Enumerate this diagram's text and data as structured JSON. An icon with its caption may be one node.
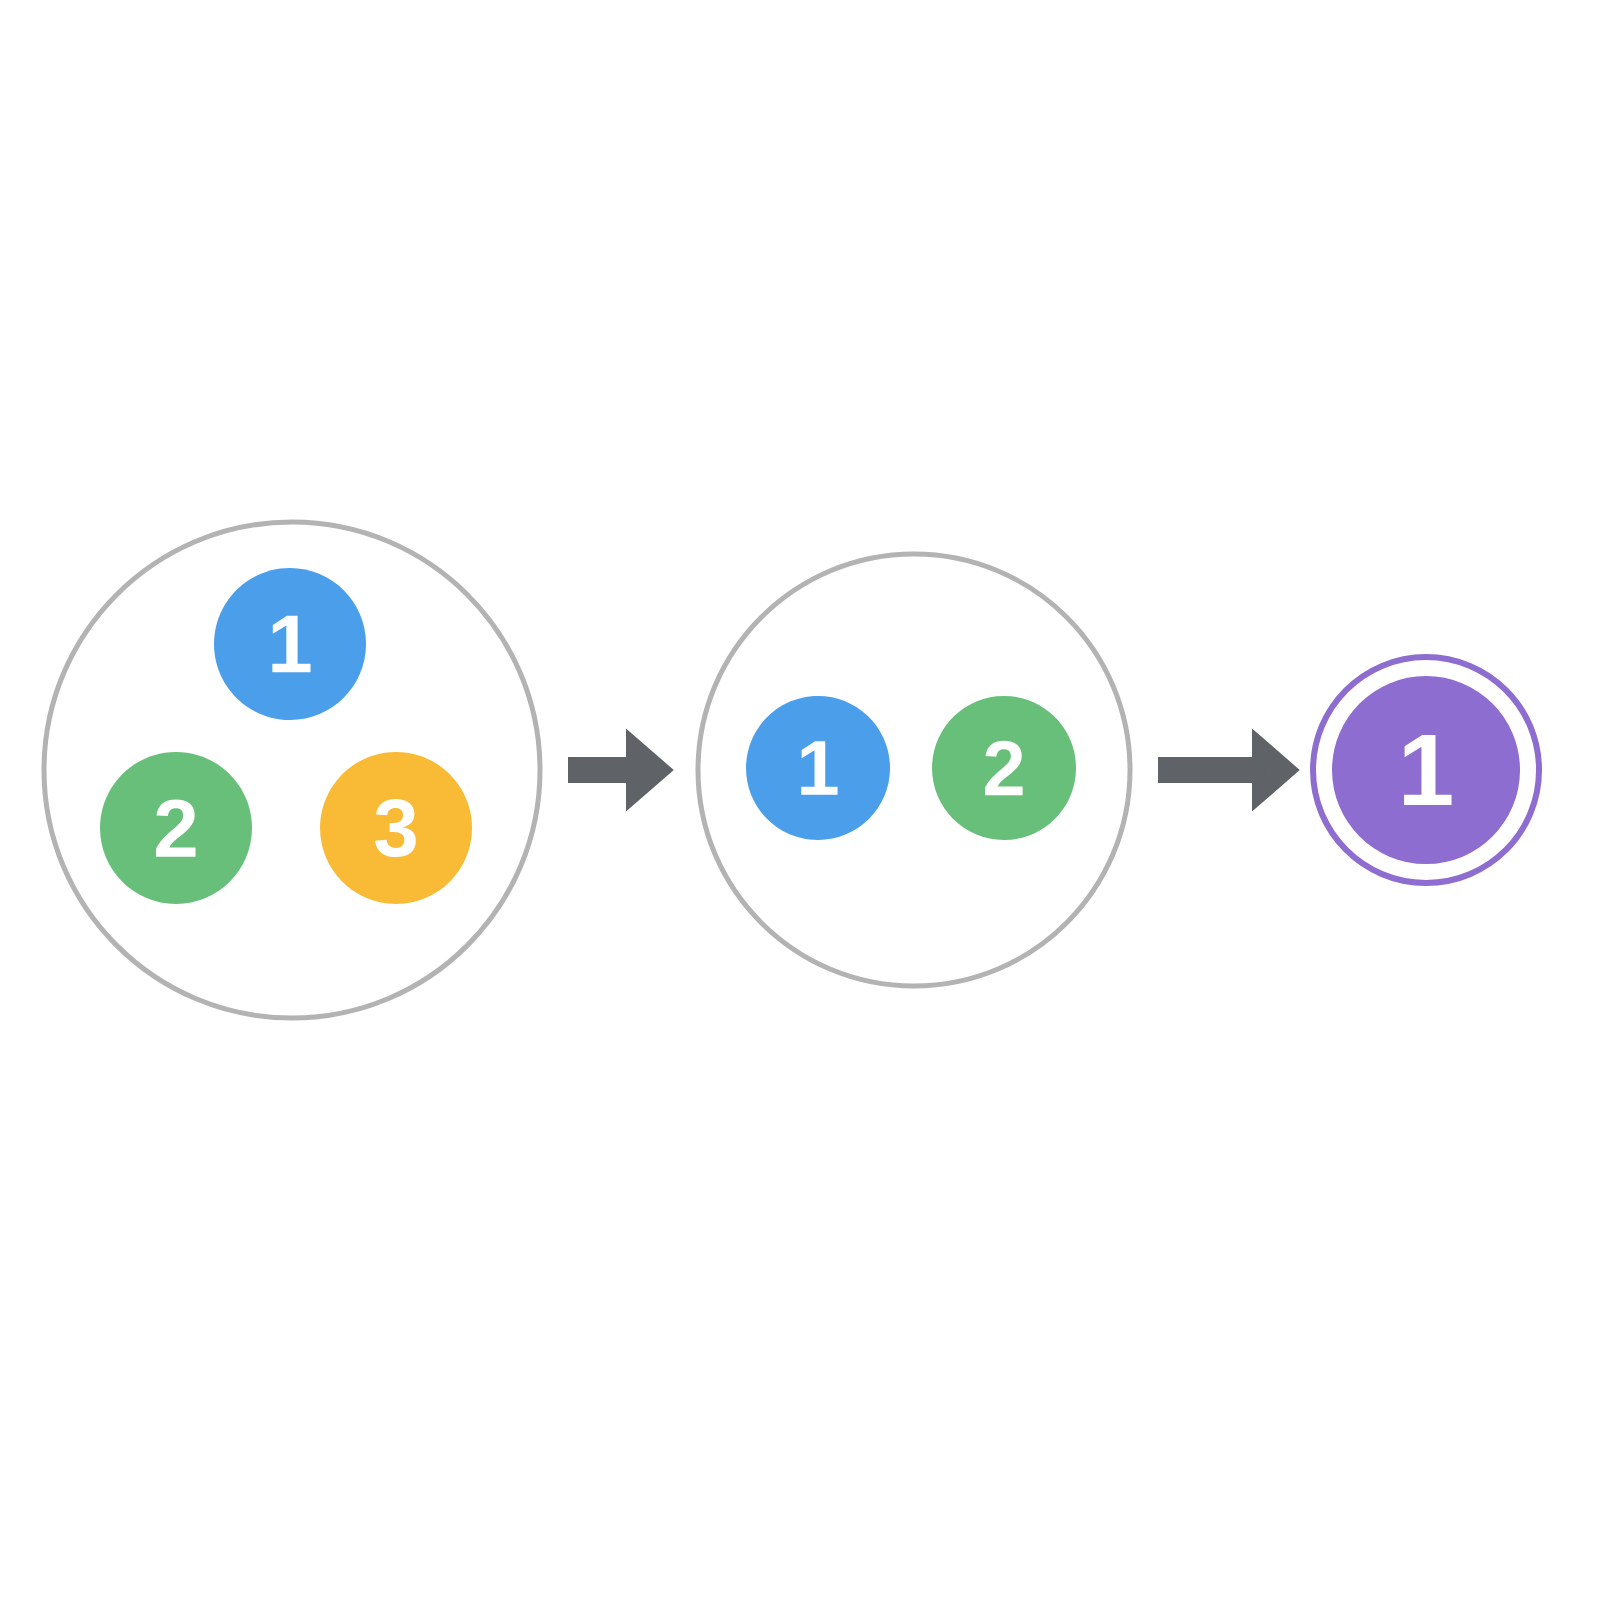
{
  "diagram": {
    "nodes": [
      {
        "text": [],
        "shape": "circle"
      },
      {
        "text": [
          "1"
        ],
        "in": 0
      },
      {
        "text": [
          "2"
        ],
        "in": 0
      },
      {
        "text": [
          "3"
        ],
        "in": 0
      },
      {
        "text": [],
        "shape": "circle"
      },
      {
        "text": [
          "1"
        ],
        "in": 4
      },
      {
        "text": [
          "2"
        ],
        "in": 4
      },
      {
        "text": [
          "1"
        ]
      }
    ],
    "edges": [
      {
        "from": 0,
        "to": 4,
        "arrow": "to"
      },
      {
        "from": 4,
        "to": 7,
        "arrow": "to"
      }
    ]
  }
}
